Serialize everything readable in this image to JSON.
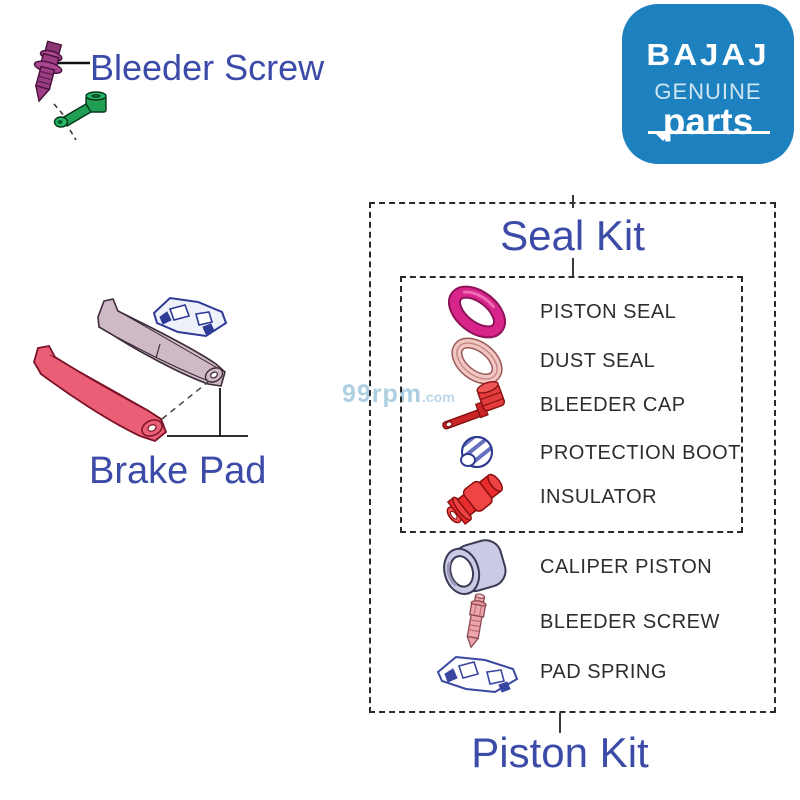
{
  "logo": {
    "brand": "BAJAJ",
    "genuine": "GENUINE",
    "parts": "parts"
  },
  "callouts": {
    "bleeder_screw": "Bleeder Screw",
    "brake_pad": "Brake Pad"
  },
  "watermark": {
    "text": "99rpm",
    "suffix": ".com"
  },
  "kits": {
    "seal_kit": {
      "title": "Seal Kit",
      "items": [
        {
          "label": "PISTON SEAL",
          "icon": "piston-seal-icon"
        },
        {
          "label": "DUST SEAL",
          "icon": "dust-seal-icon"
        },
        {
          "label": "BLEEDER CAP",
          "icon": "bleeder-cap-icon"
        },
        {
          "label": "PROTECTION BOOT",
          "icon": "protection-boot-icon"
        },
        {
          "label": "INSULATOR",
          "icon": "insulator-icon"
        }
      ]
    },
    "piston_kit": {
      "title": "Piston Kit",
      "items": [
        {
          "label": "CALIPER PISTON",
          "icon": "caliper-piston-icon"
        },
        {
          "label": "BLEEDER SCREW",
          "icon": "bleeder-screw-icon"
        },
        {
          "label": "PAD SPRING",
          "icon": "pad-spring-icon"
        }
      ]
    }
  },
  "colors": {
    "title_blue": "#3c4ba8",
    "label_dark": "#2d2d2d",
    "logo_blue": "#1d80bf",
    "watermark_blue": "#aecfe2",
    "piston_seal_magenta": "#d8258c",
    "dust_seal_pink": "#f2c6c2",
    "part_red": "#e03030",
    "boot_blue": "#6670c0",
    "caliper_lavender": "#cacae4",
    "bleeder_screw_pink": "#eda4aa",
    "pad_spring_blue": "#3a47a0",
    "brake_pad_pink": "#ea5f76",
    "brake_pad_mauve": "#cfb9c6",
    "bleeder_purple": "#9c3e84",
    "fitting_green": "#1f9e54"
  }
}
